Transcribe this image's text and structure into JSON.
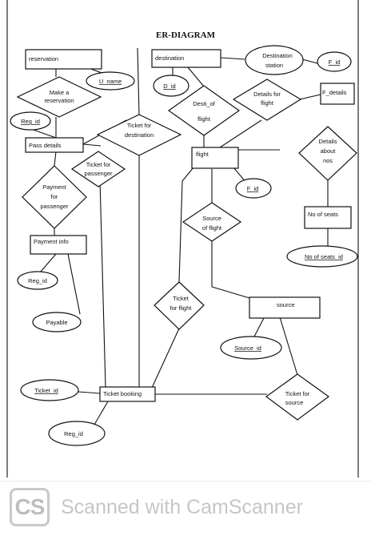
{
  "title": "ER-DIAGRAM",
  "entities": {
    "reservation": "reservation",
    "destination": "destination",
    "pass_details": "Pass details",
    "flight": "flight",
    "payment_info": "Payment info",
    "no_of_seats": "No of seats",
    "source": "source",
    "ticket_booking": "Ticket booking",
    "f_details": "F_details"
  },
  "attributes": {
    "u_name": "U_name",
    "d_id": "D_id",
    "destination_station": [
      "Destination",
      "station"
    ],
    "f_id_top": "F_id",
    "reg_id_left": "Reg_id",
    "f_id_mid": "F_id",
    "reg_id_payment": "Reg_id",
    "payable": "Payable",
    "no_of_seats_id": "No of seats_id",
    "source_id": "Source_id",
    "ticket_id": "Ticket_id",
    "reg_id_bottom": "Reg_id"
  },
  "relationships": {
    "make_a_reservation": [
      "Make a",
      "reservation"
    ],
    "desti_of_flight": [
      "Desti_of",
      "flight"
    ],
    "details_for_flight": [
      "Details for",
      "flight"
    ],
    "ticket_for_destination": [
      "Ticket for",
      "destination"
    ],
    "details_about_nos": [
      "Details",
      "about",
      "nos"
    ],
    "ticket_for_passenger": [
      "Ticket for",
      "passenger"
    ],
    "payment_for_passenger": [
      "Payment",
      "for",
      "passenger"
    ],
    "source_of_flight": [
      "Source",
      "of flight"
    ],
    "ticket_for_flight": [
      "Ticket",
      "for flight"
    ],
    "ticket_for_source": [
      "Ticket for",
      "source"
    ]
  },
  "footer": {
    "logo": "CS",
    "text": "Scanned with CamScanner"
  }
}
